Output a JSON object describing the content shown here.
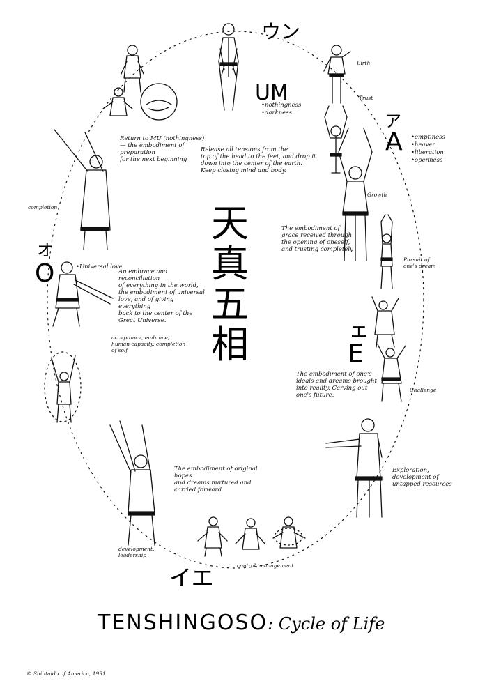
{
  "kanji_title": [
    "天",
    "真",
    "五",
    "相"
  ],
  "phases": {
    "um": {
      "kana": "ウン",
      "letter": "UM",
      "keywords": [
        "nothingness",
        "darkness"
      ],
      "description": "Release all tensions from the\ntop of the head to the feet, and drop it\ndown into the center of the earth.\nKeep closing mind and body."
    },
    "a": {
      "kana": "ア",
      "letter": "A",
      "keywords": [
        "emptiness",
        "heaven",
        "liberation",
        "openness"
      ],
      "description": "The embodiment of\ngrace received through\nthe opening of oneself,\nand trusting completely"
    },
    "e": {
      "kana": "エ",
      "letter": "E",
      "description": "The embodiment of one's\nideals and dreams brought\ninto reality. Carving out\none's future."
    },
    "ie": {
      "kana": "イエ",
      "description": "The embodiment of original hopes\nand dreams nurtured and\ncarried forward."
    },
    "o": {
      "kana": "オ",
      "letter": "O",
      "keywords": [
        "Universal love"
      ],
      "description": "An embrace and reconciliation\nof everything in the world,\nthe embodiment of universal\nlove, and of giving everything\nback to the center of the\nGreat Universe.",
      "extra": "acceptance, embrace,\nhuman capacity, completion\nof self"
    }
  },
  "stage_labels": {
    "birth": "Birth",
    "trust": "Trust",
    "growth": "Growth",
    "pursuit": "Pursuit of\none's dream",
    "challenge": "Challenge",
    "exploration": "Exploration,\ndevelopment of\nuntapped resources",
    "control": "control, management",
    "development": "development,\nleadership",
    "completion": "completion",
    "return_mu": "Return to MU (nothingness)\n— the embodiment of preparation\nfor the next beginning"
  },
  "title": {
    "main": "TENSHINGOSO",
    "sub": ": Cycle of Life"
  },
  "copyright": "© Shintaido of America, 1991"
}
